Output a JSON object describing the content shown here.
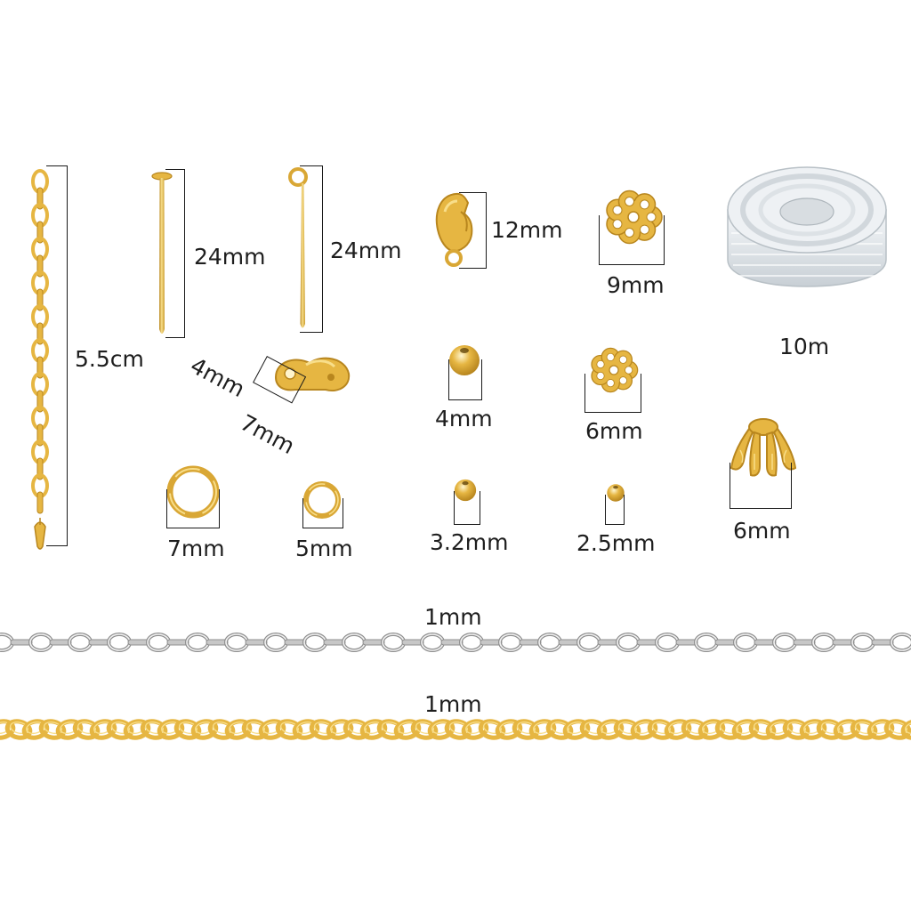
{
  "colors": {
    "gold": "#e6b642",
    "gold_dark": "#b8861e",
    "gold_light": "#f8de8a",
    "silver": "#c7c7c7",
    "silver_dark": "#8f8f8f",
    "silver_light": "#f2f2f2",
    "line": "#1a1a1a",
    "text": "#1e1e1e"
  },
  "items": {
    "extender_chain": {
      "label": "5.5cm"
    },
    "flat_head_pin": {
      "label": "24mm"
    },
    "eye_pin": {
      "label": "24mm"
    },
    "lobster_clasp": {
      "label": "12mm"
    },
    "bead_cap_large": {
      "label": "9mm"
    },
    "elastic_cord_spool": {
      "label": "10m"
    },
    "bead_tip": {
      "width_label": "4mm",
      "length_label": "7mm"
    },
    "spacer_bead_4mm": {
      "label": "4mm"
    },
    "bead_cap_small": {
      "label": "6mm"
    },
    "cone_bead_cap": {
      "label": "6mm"
    },
    "jump_ring_large": {
      "label": "7mm"
    },
    "jump_ring_small": {
      "label": "5mm"
    },
    "spacer_bead_3mm": {
      "label": "3.2mm"
    },
    "spacer_bead_2mm": {
      "label": "2.5mm"
    },
    "silver_chain": {
      "label": "1mm"
    },
    "gold_chain": {
      "label": "1mm"
    }
  }
}
